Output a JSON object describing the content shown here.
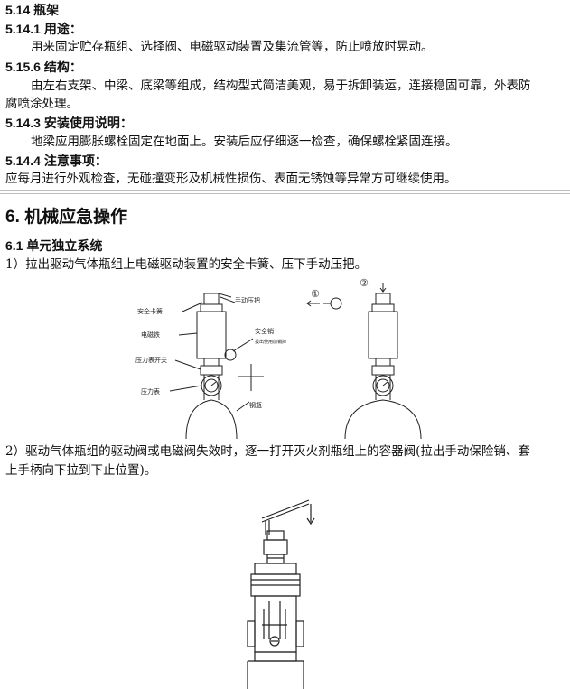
{
  "sections": {
    "s5_14_title": "5.14 瓶架",
    "s5_14_1_title": "5.14.1 用途：",
    "s5_14_1_text": "用来固定贮存瓶组、选择阀、电磁驱动装置及集流管等，防止喷放时晃动。",
    "s5_15_6_title": "5.15.6 结构：",
    "s5_15_6_text_1": "由左右支架、中梁、底梁等组成，结构型式简洁美观，易于拆卸装运，连接稳固可靠，外表防",
    "s5_15_6_text_2": "腐喷涂处理。",
    "s5_14_3_title": "5.14.3 安装使用说明：",
    "s5_14_3_text": "地梁应用膨胀螺栓固定在地面上。安装后应仔细逐一检查，确保螺栓紧固连接。",
    "s5_14_4_title": "5.14.4 注意事项：",
    "s5_14_4_text": "应每月进行外观检查，无碰撞变形及机械性损伤、表面无锈蚀等异常方可继续使用。",
    "s6_title": "6. 机械应急操作",
    "s6_1_title": "6.1 单元独立系统",
    "step1": "1）拉出驱动气体瓶组上电磁驱动装置的安全卡簧、压下手动压把。",
    "step2_1": "2）驱动气体瓶组的驱动阀或电磁阀失效时，逐一打开灭火剂瓶组上的容器阀(拉出手动保险销、套",
    "step2_2": "上手柄向下拉到下止位置)。"
  },
  "figure1": {
    "labels": {
      "safety_clip": "安全卡簧",
      "manual_lever": "手动压把",
      "solenoid": "电磁铁",
      "safety_pin": "安全销",
      "safety_pin_note": "拔出使用前销掉",
      "gauge_switch": "压力表开关",
      "pressure_gauge": "压力表",
      "cylinder": "钢瓶",
      "step_marker_1": "①",
      "step_marker_2": "②"
    }
  }
}
